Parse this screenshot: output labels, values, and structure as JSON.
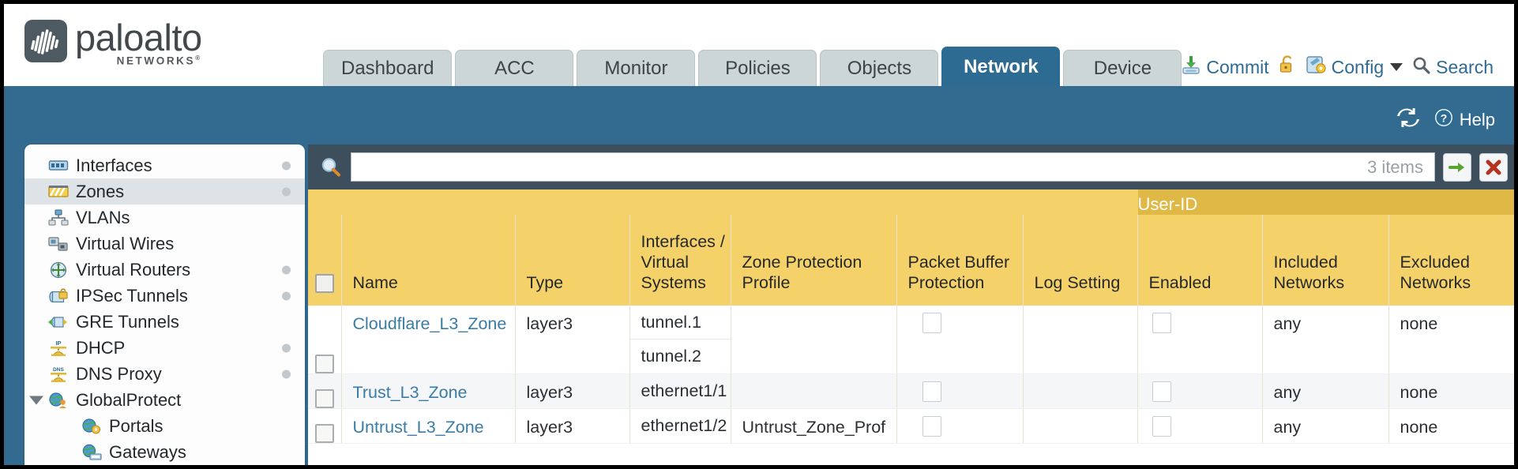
{
  "brand": {
    "name": "paloalto",
    "sub": "NETWORKS",
    "sub_mark": "®"
  },
  "tabs": [
    {
      "label": "Dashboard",
      "active": false
    },
    {
      "label": "ACC",
      "active": false
    },
    {
      "label": "Monitor",
      "active": false
    },
    {
      "label": "Policies",
      "active": false
    },
    {
      "label": "Objects",
      "active": false
    },
    {
      "label": "Network",
      "active": true
    },
    {
      "label": "Device",
      "active": false
    }
  ],
  "utils": {
    "commit": "Commit",
    "lock_icon": "lock-icon",
    "config": "Config",
    "search": "Search"
  },
  "toolbar": {
    "refresh_icon": "refresh-icon",
    "help": "Help"
  },
  "sidebar": {
    "items": [
      {
        "label": "Interfaces",
        "icon": "interfaces-icon",
        "selected": false,
        "dot": true,
        "child": false,
        "expand": false
      },
      {
        "label": "Zones",
        "icon": "zones-icon",
        "selected": true,
        "dot": true,
        "child": false,
        "expand": false
      },
      {
        "label": "VLANs",
        "icon": "vlans-icon",
        "selected": false,
        "dot": false,
        "child": false,
        "expand": false
      },
      {
        "label": "Virtual Wires",
        "icon": "virtual-wires-icon",
        "selected": false,
        "dot": false,
        "child": false,
        "expand": false
      },
      {
        "label": "Virtual Routers",
        "icon": "virtual-routers-icon",
        "selected": false,
        "dot": true,
        "child": false,
        "expand": false
      },
      {
        "label": "IPSec Tunnels",
        "icon": "ipsec-tunnels-icon",
        "selected": false,
        "dot": true,
        "child": false,
        "expand": false
      },
      {
        "label": "GRE Tunnels",
        "icon": "gre-tunnels-icon",
        "selected": false,
        "dot": false,
        "child": false,
        "expand": false
      },
      {
        "label": "DHCP",
        "icon": "dhcp-icon",
        "selected": false,
        "dot": true,
        "child": false,
        "expand": false
      },
      {
        "label": "DNS Proxy",
        "icon": "dns-proxy-icon",
        "selected": false,
        "dot": true,
        "child": false,
        "expand": false
      },
      {
        "label": "GlobalProtect",
        "icon": "globalprotect-icon",
        "selected": false,
        "dot": false,
        "child": false,
        "expand": true
      },
      {
        "label": "Portals",
        "icon": "portals-icon",
        "selected": false,
        "dot": false,
        "child": true,
        "expand": false
      },
      {
        "label": "Gateways",
        "icon": "gateways-icon",
        "selected": false,
        "dot": false,
        "child": true,
        "expand": false
      }
    ]
  },
  "filter": {
    "search_icon": "search-icon",
    "value": "",
    "placeholder": "",
    "item_count": "3 items",
    "apply_icon": "apply-filter-arrow-icon",
    "clear_icon": "clear-filter-x-icon"
  },
  "table": {
    "group_header": "User-ID",
    "columns": [
      "Name",
      "Type",
      "Interfaces / Virtual Systems",
      "Zone Protection Profile",
      "Packet Buffer Protection",
      "Log Setting",
      "Enabled",
      "Included Networks",
      "Excluded Networks"
    ],
    "rows": [
      {
        "name": "Cloudflare_L3_Zone",
        "type": "layer3",
        "interfaces": [
          "tunnel.1",
          "tunnel.2"
        ],
        "zone_protection_profile": "",
        "packet_buffer_protection": false,
        "log_setting": "",
        "user_id_enabled": false,
        "included_networks": "any",
        "excluded_networks": "none"
      },
      {
        "name": "Trust_L3_Zone",
        "type": "layer3",
        "interfaces": [
          "ethernet1/1"
        ],
        "zone_protection_profile": "",
        "packet_buffer_protection": false,
        "log_setting": "",
        "user_id_enabled": false,
        "included_networks": "any",
        "excluded_networks": "none"
      },
      {
        "name": "Untrust_L3_Zone",
        "type": "layer3",
        "interfaces": [
          "ethernet1/2"
        ],
        "zone_protection_profile": "Untrust_Zone_Prof",
        "packet_buffer_protection": false,
        "log_setting": "",
        "user_id_enabled": false,
        "included_networks": "any",
        "excluded_networks": "none"
      }
    ]
  },
  "colors": {
    "brand_blue": "#336b90",
    "active_tab": "#2e6b92",
    "header_gold": "#f5d269",
    "group_gold": "#e0b845",
    "panel_slate": "#3d4e5c",
    "link_blue": "#3a7ca5"
  }
}
